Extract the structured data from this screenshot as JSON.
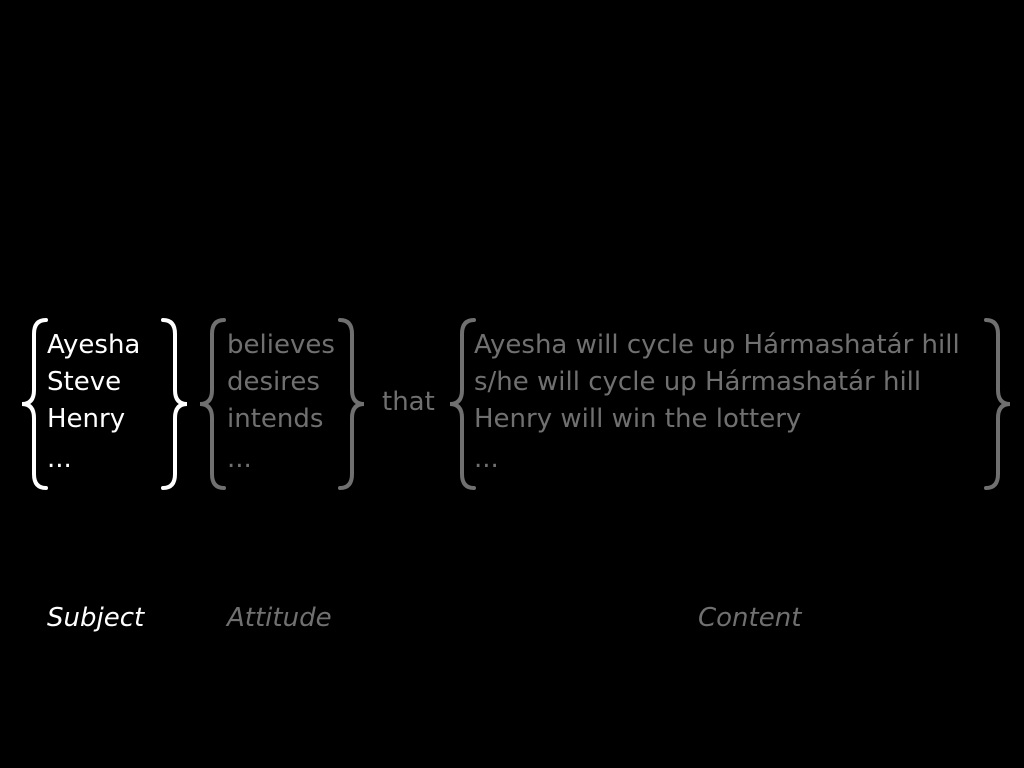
{
  "subject": {
    "items": [
      "Ayesha",
      "Steve",
      "Henry",
      "..."
    ],
    "label": "Subject"
  },
  "attitude": {
    "items": [
      "believes",
      "desires",
      "intends",
      "..."
    ],
    "label": "Attitude"
  },
  "connector": "that",
  "content": {
    "items": [
      "Ayesha will cycle up Hármashatár hill",
      "s/he will cycle up Hármashatár hill",
      "Henry will win the lottery",
      "..."
    ],
    "label": "Content"
  },
  "colors": {
    "background": "#000000",
    "subject": "#ffffff",
    "attitude": "#707070",
    "content": "#707070"
  }
}
